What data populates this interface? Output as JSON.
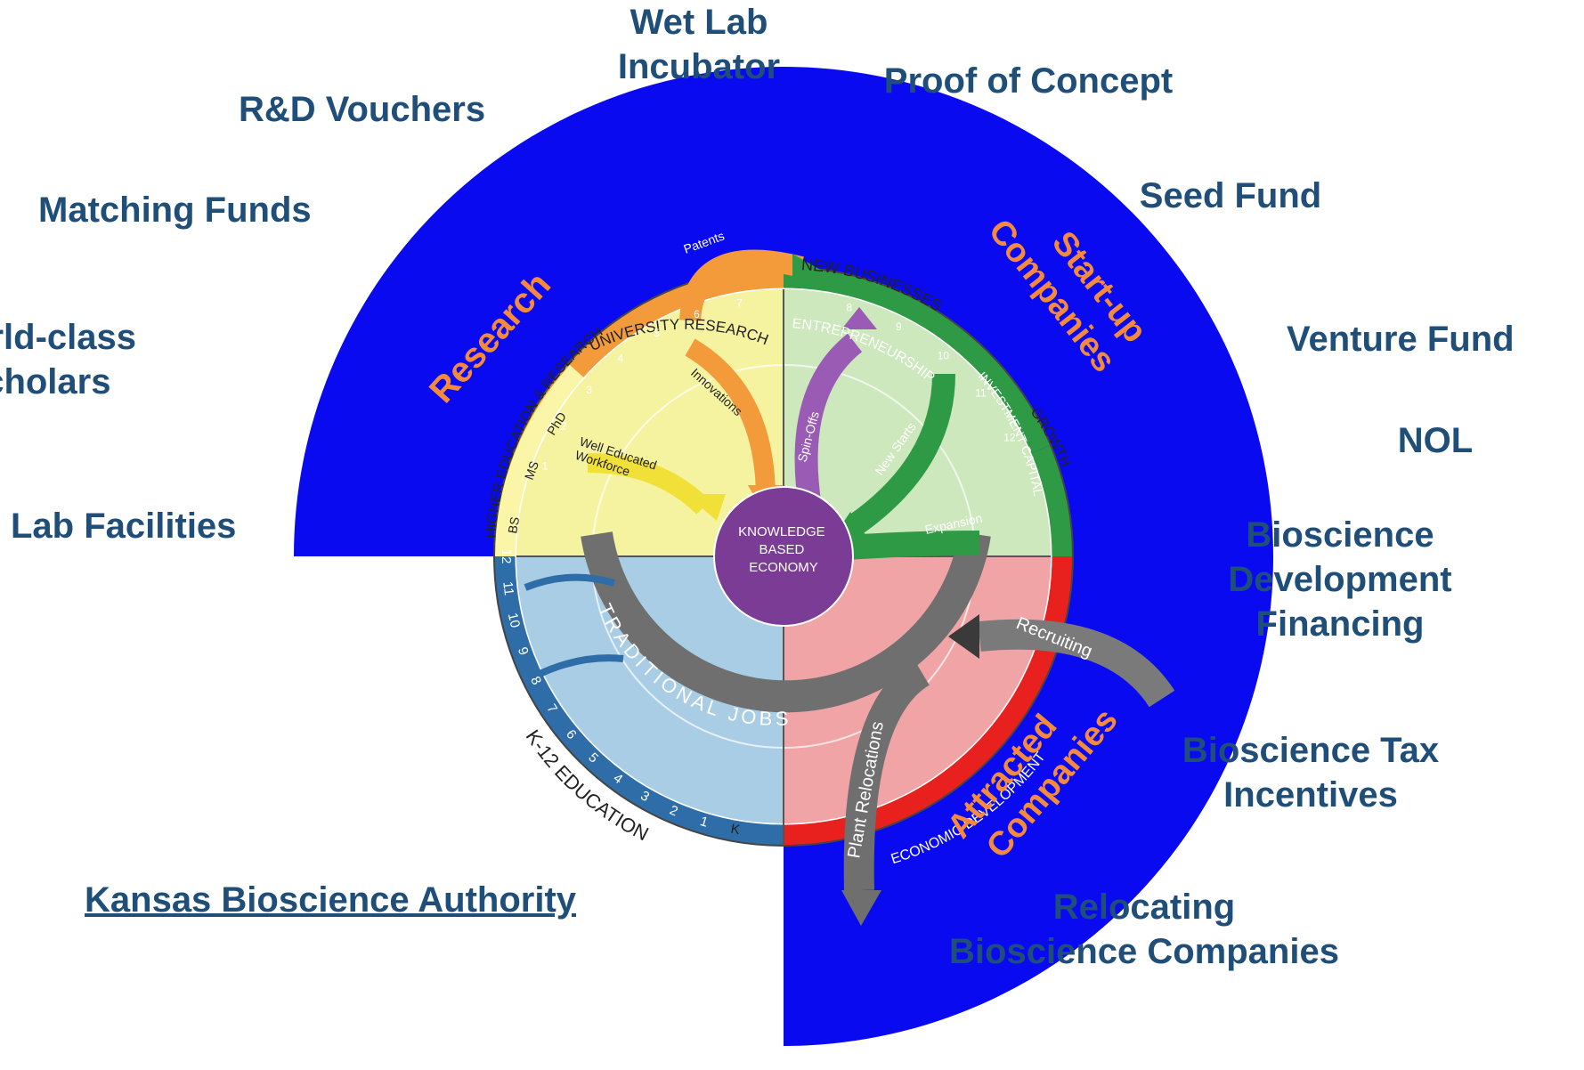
{
  "colors": {
    "blue_band": "#0a0af0",
    "label_text": "#1f4e79",
    "quadrant_label": "#f58a3c",
    "research_fill": "#f6f3a0",
    "startup_fill": "#cde8bd",
    "traditional_fill": "#a9cde4",
    "attracted_fill": "#f1a4a6",
    "center": "#7a3c95",
    "university_band": "#f39a3b",
    "entrepreneurship_band": "#2e9a45",
    "investment_band": "#2e9a45",
    "economic_band": "#e8211e",
    "k12_band": "#2f6da8",
    "higher_ed_band": "#fbf5a8"
  },
  "external_labels": {
    "wet_lab": "Wet Lab\nIncubator",
    "proof_of_concept": "Proof of Concept",
    "rd_vouchers": "R&D Vouchers",
    "seed_fund": "Seed Fund",
    "matching_funds": "Matching Funds",
    "world_class": "World-class\nScholars",
    "venture_fund": "Venture Fund",
    "nol": "NOL",
    "lab_facilities": "Lab Facilities",
    "bioscience_dev": "Bioscience\nDevelopment\nFinancing",
    "bioscience_tax": "Bioscience Tax\nIncentives",
    "relocating": "Relocating\nBioscience Companies",
    "kba_link": "Kansas Bioscience Authority"
  },
  "quadrant_labels": {
    "research": "Research",
    "startup": "Start-up\nCompanies",
    "attracted": "Attracted\nCompanies"
  },
  "wheel": {
    "center": "KNOWLEDGE\nBASED\nECONOMY",
    "university_research": "UNIVERSITY RESEARCH",
    "entrepreneurship": "ENTREPRENEURSHIP",
    "investment_capital": "INVESTMENT CAPITAL",
    "higher_education": "HIGHER EDUCATION & RESEARCH",
    "new_businesses": "NEW BUSINESSES",
    "growth": "GROWTH",
    "k12_education": "K-12 EDUCATION",
    "economic_development": "ECONOMIC DEVELOPMENT",
    "traditional_jobs": "TRADITIONAL JOBS",
    "degrees": [
      "BS",
      "MS",
      "PhD"
    ],
    "grades": [
      "K",
      "1",
      "2",
      "3",
      "4",
      "5",
      "6",
      "7",
      "8",
      "9",
      "10",
      "11",
      "12"
    ],
    "research_ticks": [
      "1",
      "2",
      "3",
      "4",
      "5",
      "6",
      "7"
    ],
    "startup_ticks": [
      "8",
      "9",
      "10",
      "11",
      "12"
    ],
    "arrows": {
      "patents": "Patents",
      "innovations": "Innovations",
      "workforce": "Well Educated\nWorkforce",
      "spin_offs": "Spin-Offs",
      "new_starts": "New Starts",
      "expansion": "Expansion",
      "recruiting": "Recruiting",
      "plant_relocations": "Plant Relocations"
    }
  }
}
